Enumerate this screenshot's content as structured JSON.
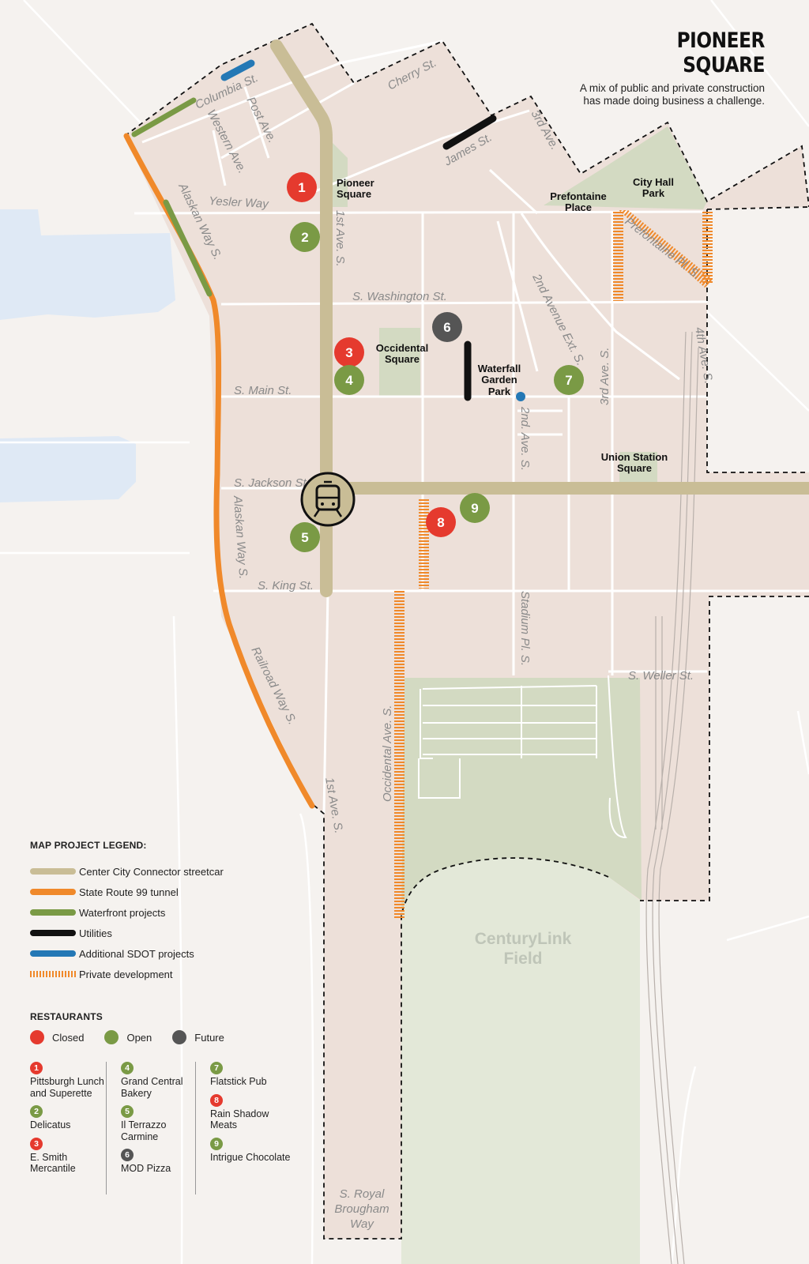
{
  "colors": {
    "streetcar": "#c9bd96",
    "tunnel": "#f0892a",
    "waterfront": "#7a9a45",
    "utilities": "#111111",
    "sdot": "#2478b5",
    "private_dev": "#f0892a",
    "closed": "#e53a2e",
    "open": "#7a9a45",
    "future": "#555555",
    "park": "#d3dac2",
    "water": "#dfe9f5",
    "district": "#ede0d9"
  },
  "header": {
    "title": "PIONEER SQUARE",
    "subtitle": "A mix of public and private construction has made doing business a challenge."
  },
  "streets": {
    "columbia": "Columbia St.",
    "cherry": "Cherry St.",
    "james": "James St.",
    "third_ave_top": "3rd Ave.",
    "western": "Western Ave.",
    "post": "Post Ave.",
    "yesler": "Yesler Way",
    "alaskan_way_top": "Alaskan Way S.",
    "first_ave": "1st Ave. S.",
    "prefontaine_pl": "Prefontaine Pl. S.",
    "washington": "S. Washington St.",
    "second_ave_ext": "2nd Avenue Ext. S.",
    "third_ave_s": "3rd Ave. S.",
    "fourth_ave_s": "4th Ave. S.",
    "main": "S. Main St.",
    "second_ave_s": "2nd. Ave. S.",
    "jackson": "S. Jackson St.",
    "alaskan_way_bottom": "Alaskan Way S.",
    "king": "S. King St.",
    "stadium": "Stadium Pl. S.",
    "weller": "S. Weller St.",
    "railroad": "Railroad Way S.",
    "occidental_ave": "Occidental Ave. S.",
    "first_ave_bottom": "1st Ave. S.",
    "royal_brougham": "S. Royal Brougham Way"
  },
  "places": {
    "pioneer_square": "Pioneer Square",
    "city_hall_park": "City Hall Park",
    "prefontaine_place": "Prefontaine Place",
    "occidental_square": "Occidental Square",
    "waterfall_garden_park": "Waterfall Garden Park",
    "union_station_square": "Union Station Square",
    "centurylink_field": "CenturyLink Field"
  },
  "markers": [
    {
      "num": "1",
      "status": "closed"
    },
    {
      "num": "2",
      "status": "open"
    },
    {
      "num": "3",
      "status": "closed"
    },
    {
      "num": "4",
      "status": "open"
    },
    {
      "num": "5",
      "status": "open"
    },
    {
      "num": "6",
      "status": "future"
    },
    {
      "num": "7",
      "status": "open"
    },
    {
      "num": "8",
      "status": "closed"
    },
    {
      "num": "9",
      "status": "open"
    }
  ],
  "legend": {
    "heading": "MAP PROJECT LEGEND:",
    "items": [
      {
        "label": "Center City Connector streetcar",
        "color": "#c9bd96"
      },
      {
        "label": "State Route 99 tunnel",
        "color": "#f0892a"
      },
      {
        "label": "Waterfront projects",
        "color": "#7a9a45"
      },
      {
        "label": "Utilities",
        "color": "#111111"
      },
      {
        "label": "Additional SDOT projects",
        "color": "#2478b5"
      },
      {
        "label": "Private development",
        "color": "#f0892a"
      }
    ]
  },
  "restaurants": {
    "heading": "RESTAURANTS",
    "statuses": [
      {
        "label": "Closed",
        "color": "#e53a2e"
      },
      {
        "label": "Open",
        "color": "#7a9a45"
      },
      {
        "label": "Future",
        "color": "#555555"
      }
    ],
    "list": [
      {
        "num": "1",
        "name": "Pittsburgh Lunch and Superette",
        "status": "closed"
      },
      {
        "num": "2",
        "name": "Delicatus",
        "status": "open"
      },
      {
        "num": "3",
        "name": "E. Smith Mercantile",
        "status": "closed"
      },
      {
        "num": "4",
        "name": "Grand Central Bakery",
        "status": "open"
      },
      {
        "num": "5",
        "name": "Il Terrazzo Carmine",
        "status": "open"
      },
      {
        "num": "6",
        "name": "MOD Pizza",
        "status": "future"
      },
      {
        "num": "7",
        "name": "Flatstick Pub",
        "status": "open"
      },
      {
        "num": "8",
        "name": "Rain Shadow Meats",
        "status": "closed"
      },
      {
        "num": "9",
        "name": "Intrigue Chocolate",
        "status": "open"
      }
    ]
  }
}
